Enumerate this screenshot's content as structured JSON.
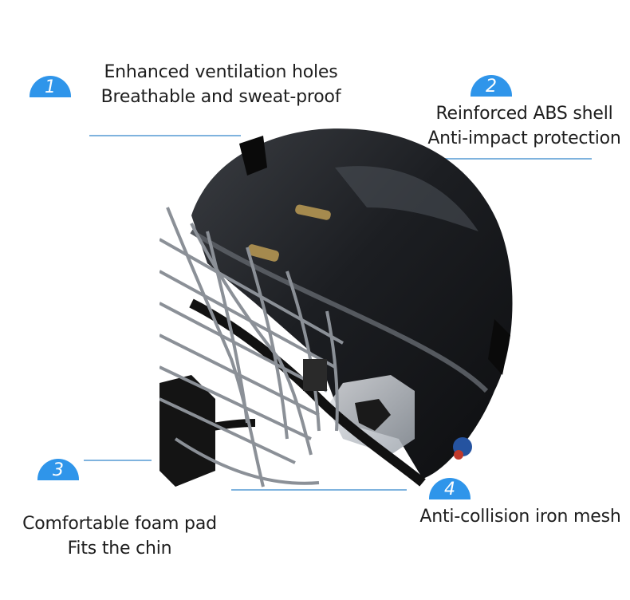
{
  "features": [
    {
      "number": "1",
      "line1": "Enhanced ventilation holes",
      "line2": "Breathable and sweat-proof"
    },
    {
      "number": "2",
      "line1": "Reinforced ABS shell",
      "line2": "Anti-impact protection"
    },
    {
      "number": "3",
      "line1": "Comfortable foam pad",
      "line2": "Fits the chin"
    },
    {
      "number": "4",
      "line1": "Anti-collision iron mesh"
    }
  ],
  "colors": {
    "badge": "#2f95ea",
    "callout_line": "#7fb3de",
    "text": "#1e1e1e"
  },
  "product": {
    "image": "hockey-helmet-with-cage"
  }
}
